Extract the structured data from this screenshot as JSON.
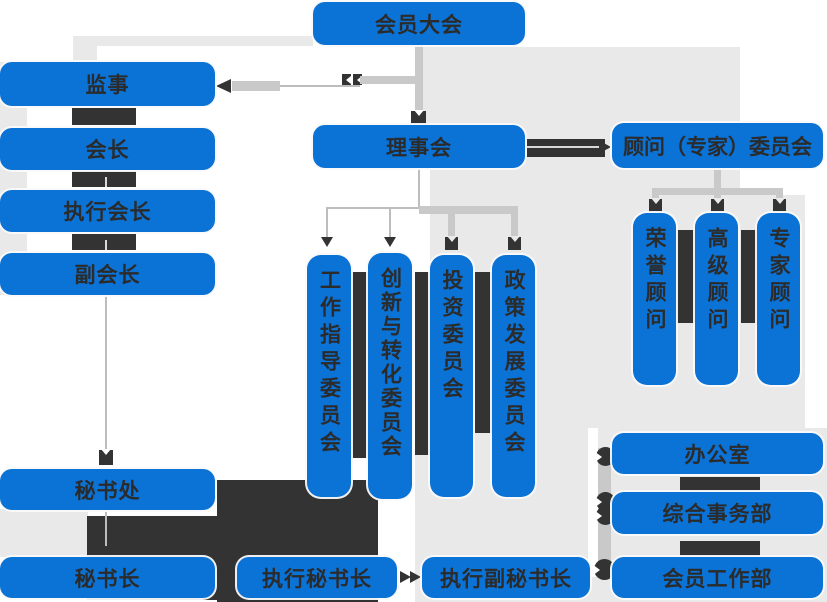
{
  "colors": {
    "node_blue": "#0b72d6",
    "node_text": "#2b2b2b",
    "dark_block": "#333333",
    "background_gray": "#e9e9e9",
    "connector_gray": "#c9c9c9"
  },
  "nodes": {
    "member_congress": "会员大会",
    "supervisor": "监事",
    "president": "会长",
    "executive_president": "执行会长",
    "vice_president": "副会长",
    "council": "理事会",
    "advisor_committee": "顾问（专家）委员会",
    "work_guidance_committee": "工作指导委员会",
    "innovation_transformation_committee": "创新与转化委员会",
    "investment_committee": "投资委员会",
    "policy_development_committee": "政策发展委员会",
    "honorary_advisor": "荣誉顾问",
    "senior_advisor": "高级顾问",
    "expert_advisor": "专家顾问",
    "secretariat": "秘书处",
    "secretary_general": "秘书长",
    "executive_secretary_general": "执行秘书长",
    "executive_deputy_secretary_general": "执行副秘书长",
    "office": "办公室",
    "general_affairs_dept": "综合事务部",
    "membership_dept": "会员工作部"
  }
}
